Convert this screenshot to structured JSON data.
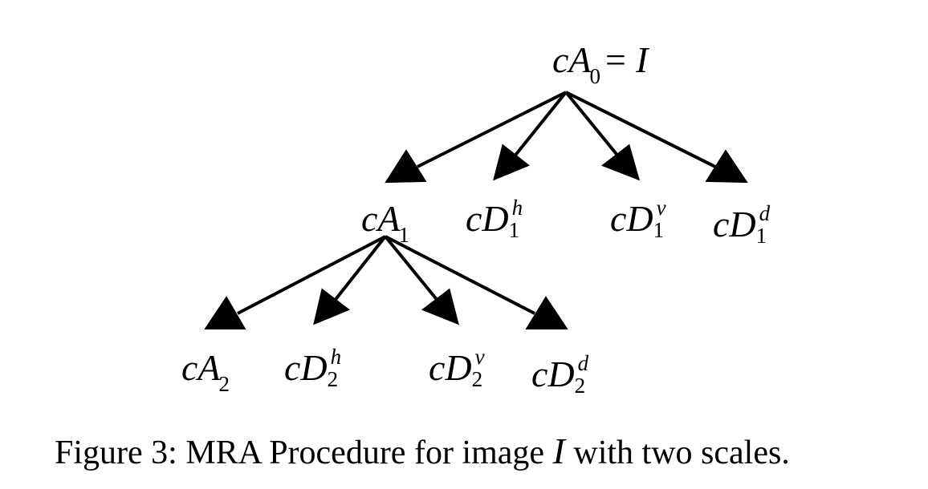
{
  "root": {
    "base": "cA",
    "sub": "0",
    "equals": "=",
    "rhs": "I"
  },
  "level1": [
    {
      "base": "cA",
      "sub": "1",
      "sup": ""
    },
    {
      "base": "cD",
      "sub": "1",
      "sup": "h"
    },
    {
      "base": "cD",
      "sub": "1",
      "sup": "v"
    },
    {
      "base": "cD",
      "sub": "1",
      "sup": "d"
    }
  ],
  "level2": [
    {
      "base": "cA",
      "sub": "2",
      "sup": ""
    },
    {
      "base": "cD",
      "sub": "2",
      "sup": "h"
    },
    {
      "base": "cD",
      "sub": "2",
      "sup": "v"
    },
    {
      "base": "cD",
      "sub": "2",
      "sup": "d"
    }
  ],
  "caption": {
    "prefix": "Figure 3: MRA Procedure for image ",
    "variable": "I",
    "suffix": " with two scales."
  }
}
